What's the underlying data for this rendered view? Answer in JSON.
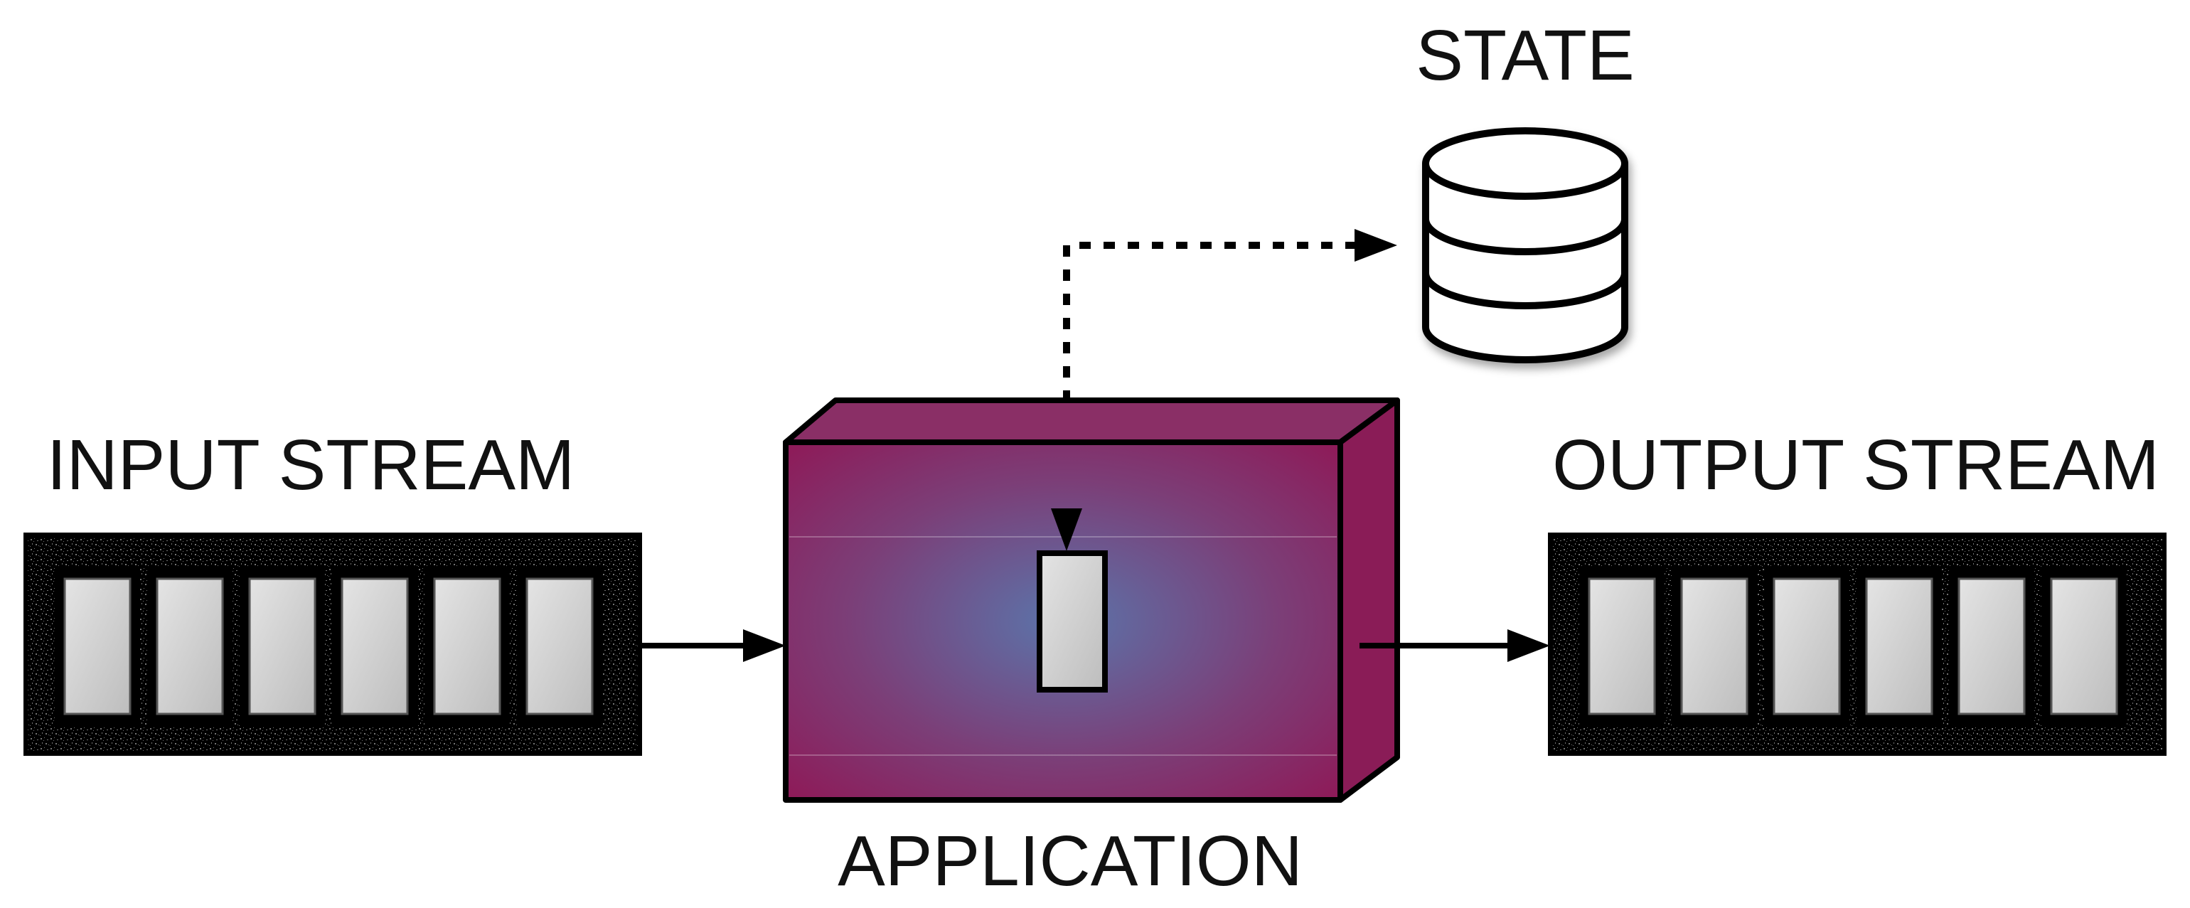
{
  "labels": {
    "state": "STATE",
    "input_stream": "INPUT STREAM",
    "application": "APPLICATION",
    "output_stream": "OUTPUT STREAM"
  },
  "input_stream": {
    "record_count": 6
  },
  "output_stream": {
    "record_count": 6
  },
  "colors": {
    "application_edge": "#8e1a58",
    "application_center": "#5b6fa6",
    "application_top": "#8a2f66",
    "application_side": "#8a1c57",
    "record_fill": "#d2d2d2",
    "stream_frame": "#000000"
  }
}
